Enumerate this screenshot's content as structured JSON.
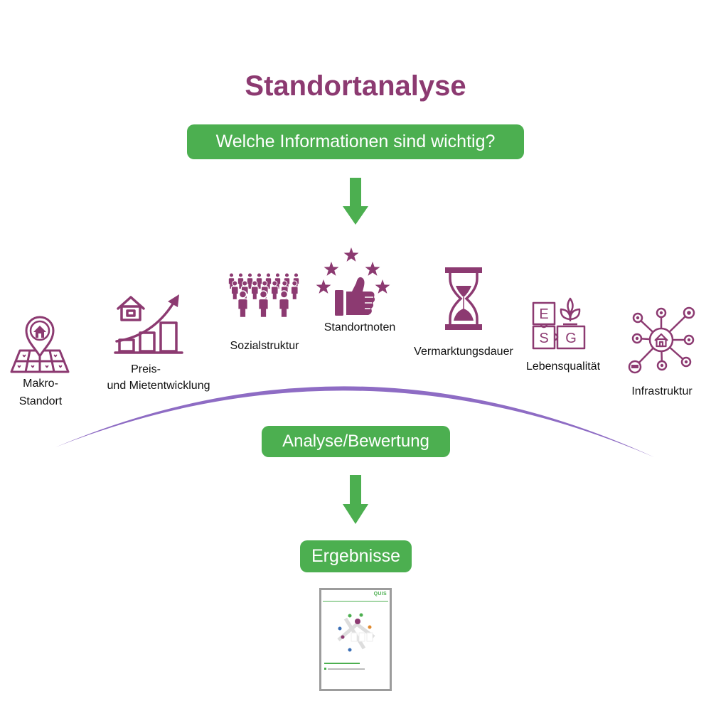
{
  "title": "Standortanalyse",
  "question": "Welche Informationen sind wichtig?",
  "factors": [
    {
      "icon": "map-pin-house-icon",
      "lines": [
        "Makro-",
        "Standort"
      ]
    },
    {
      "icon": "price-chart-house-icon",
      "lines": [
        "Preis-",
        "und Mietentwicklung"
      ]
    },
    {
      "icon": "crowd-icon",
      "lines": [
        "Sozialstruktur"
      ]
    },
    {
      "icon": "thumbs-up-stars-icon",
      "lines": [
        "Standortnoten"
      ]
    },
    {
      "icon": "hourglass-icon",
      "lines": [
        "Vermarktungsdauer"
      ]
    },
    {
      "icon": "esg-puzzle-icon",
      "lines": [
        "Lebensqualität"
      ],
      "icon_letters": [
        "E",
        "S",
        "G"
      ]
    },
    {
      "icon": "infrastructure-network-icon",
      "lines": [
        "Infrastruktur"
      ]
    }
  ],
  "analysis": "Analyse/Bewertung",
  "results": "Ergebnisse",
  "report_thumbnail": {
    "brand": "QUIS"
  },
  "colors": {
    "accent_green": "#4caf50",
    "brand_purple": "#8c3a71",
    "arc_purple": "#8e6cc4",
    "text": "#111111"
  }
}
